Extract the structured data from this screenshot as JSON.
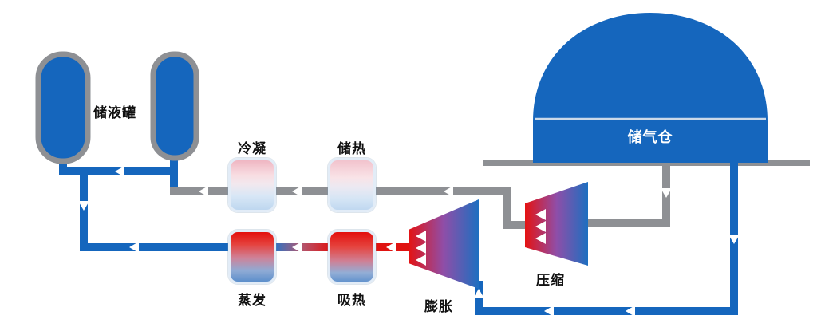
{
  "diagram": {
    "labels": {
      "liquid_tank": "储液罐",
      "condense": "冷凝",
      "heat_storage": "储热",
      "evaporate": "蒸发",
      "heat_absorb": "吸热",
      "expand": "膨胀",
      "compress": "压缩",
      "gas_storage": "储气仓"
    },
    "colors": {
      "pipe_blue": "#1566bd",
      "pipe_gray": "#8e9094",
      "pipe_red": "#e01311",
      "tank_fill": "#1566bd",
      "tank_outline": "#8e9094",
      "dome_fill": "#1566bd",
      "ground_gray": "#8e9094",
      "hot_red": "#e01311",
      "cold_blue": "#1d6fc0",
      "label_text": "#111111",
      "dome_label_text": "#ffffff",
      "arrow_white": "#ffffff"
    }
  }
}
